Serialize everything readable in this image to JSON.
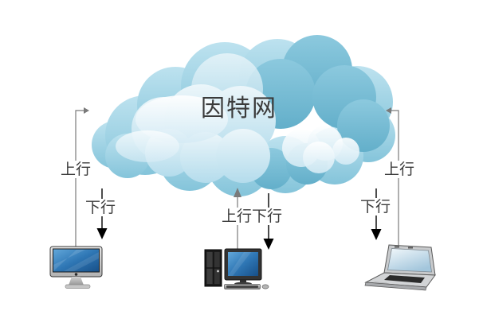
{
  "cloud": {
    "title": "因特网"
  },
  "links": {
    "left": {
      "uplink": "上行",
      "downlink": "下行"
    },
    "center": {
      "combined": "上行下行"
    },
    "right": {
      "uplink": "上行",
      "downlink": "下行"
    }
  },
  "icons": {
    "cloud": "internet-cloud-icon",
    "left_device": "imac-desktop-icon",
    "center_device": "tower-desktop-pc-icon",
    "right_device": "laptop-icon"
  },
  "colors": {
    "cloud_dark": "#6fb7d2",
    "cloud_mid": "#9ed3e6",
    "cloud_light": "#d8edf6",
    "uplink_arrow": "#7a7a7a",
    "downlink_arrow": "#000000",
    "screen_blue": "#2f77b5",
    "label_text": "#3b3b3b",
    "background": "#ffffff"
  }
}
